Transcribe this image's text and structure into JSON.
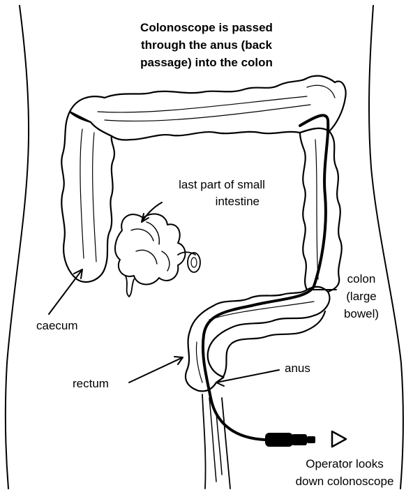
{
  "title": {
    "line1": "Colonoscope is passed",
    "line2": "through the anus (back",
    "line3": "passage) into the colon"
  },
  "labels": {
    "small_intestine": {
      "line1": "last part of small",
      "line2": "intestine"
    },
    "caecum": "caecum",
    "colon": {
      "line1": "colon",
      "line2": "(large",
      "line3": "bowel)"
    },
    "rectum": "rectum",
    "anus": "anus",
    "operator": {
      "line1": "Operator looks",
      "line2": "down colonoscope"
    }
  },
  "colors": {
    "ink": "#000000",
    "background": "#ffffff"
  }
}
